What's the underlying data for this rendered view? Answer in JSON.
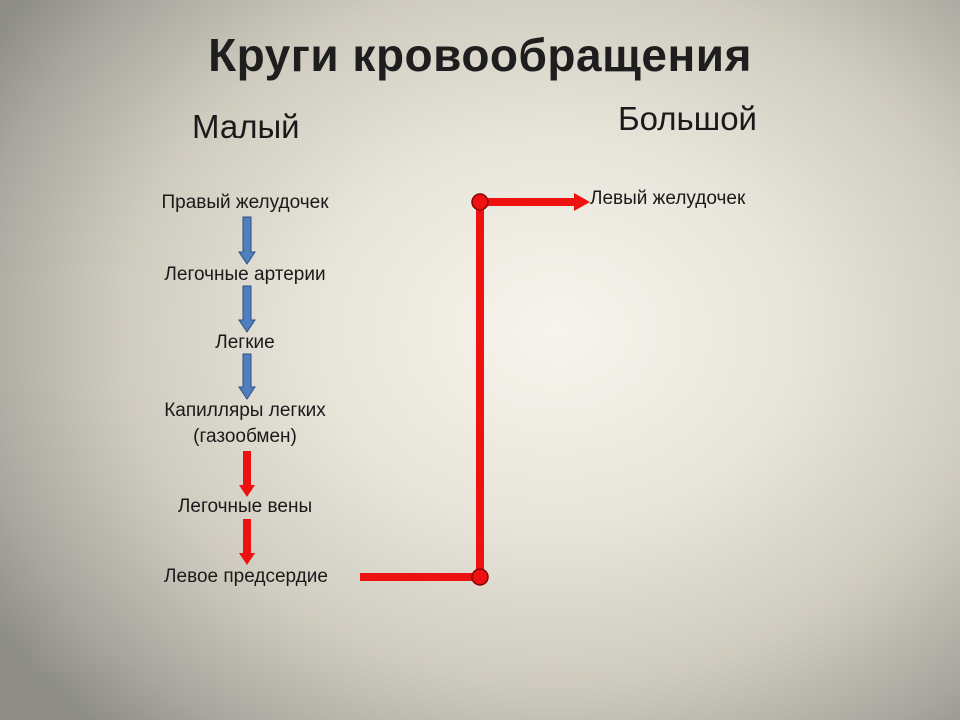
{
  "slide": {
    "title": "Круги кровообращения",
    "small_circle_heading": "Малый",
    "big_circle_heading": "Большой"
  },
  "small_circle": {
    "right_ventricle": "Правый желудочек",
    "pulmonary_arteries": "Легочные артерии",
    "lungs": "Легкие",
    "capillaries_line1": "Капилляры легких",
    "capillaries_line2": "(газообмен)",
    "pulmonary_veins": "Легочные вены",
    "left_atrium": "Левое предсердие"
  },
  "big_circle": {
    "left_ventricle": "Левый желудочек"
  },
  "colors": {
    "venous_arrow": "#4f7fbf",
    "venous_arrow_stroke": "#2f4f7f",
    "arterial_arrow": "#ee1111",
    "connector": "#ee1111",
    "connector_dot_stroke": "#8a0000"
  }
}
